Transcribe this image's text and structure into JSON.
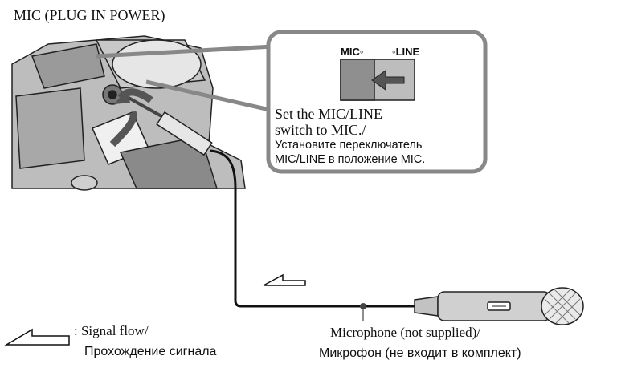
{
  "title": "MIC (PLUG IN POWER)",
  "callout": {
    "switch_mic": "MIC◦",
    "switch_line": "◦LINE",
    "en_line1": "Set the MIC/LINE",
    "en_line2": "switch to MIC./",
    "ru_line1": "Установите переключатель",
    "ru_line2": "MIC/LINE в положение MIC."
  },
  "legend": {
    "signal_en": ": Signal flow/",
    "signal_ru": "Прохождение сигнала"
  },
  "microphone": {
    "label_en": "Microphone (not supplied)/",
    "label_ru": "Микрофон (не входит в комплект)"
  }
}
